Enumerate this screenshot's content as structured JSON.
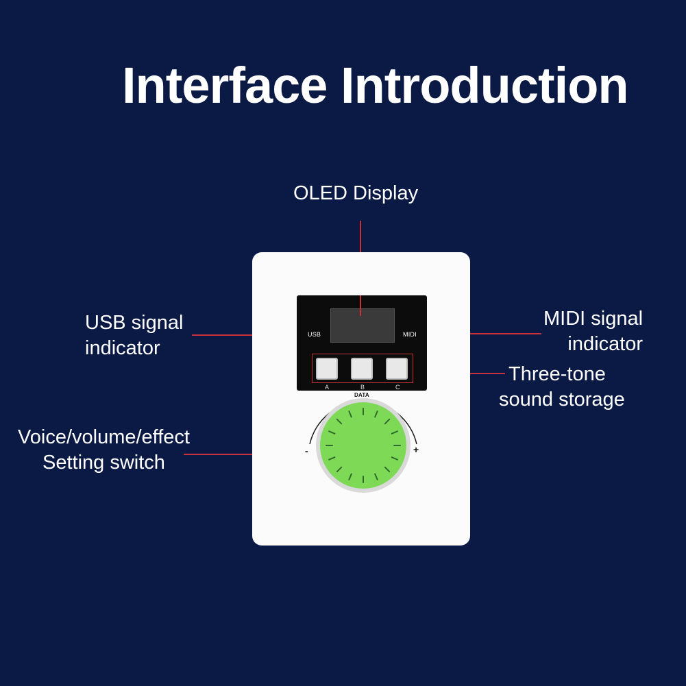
{
  "title": "Interface Introduction",
  "labels": {
    "oled_display": "OLED Display",
    "usb_signal_line1": "USB signal",
    "usb_signal_line2": "indicator",
    "midi_signal_line1": "MIDI signal",
    "midi_signal_line2": "indicator",
    "three_tone_line1": "Three-tone",
    "three_tone_line2": "sound storage",
    "voice_switch_line1": "Voice/volume/effect",
    "voice_switch_line2": "Setting switch"
  },
  "device": {
    "usb_text": "USB",
    "midi_text": "MIDI",
    "buttons": [
      "A",
      "B",
      "C"
    ],
    "knob_label": "DATA",
    "minus": "-",
    "plus": "+"
  },
  "colors": {
    "background": "#0b1a45",
    "leader_line": "#c8323a",
    "knob": "#7ed957"
  }
}
